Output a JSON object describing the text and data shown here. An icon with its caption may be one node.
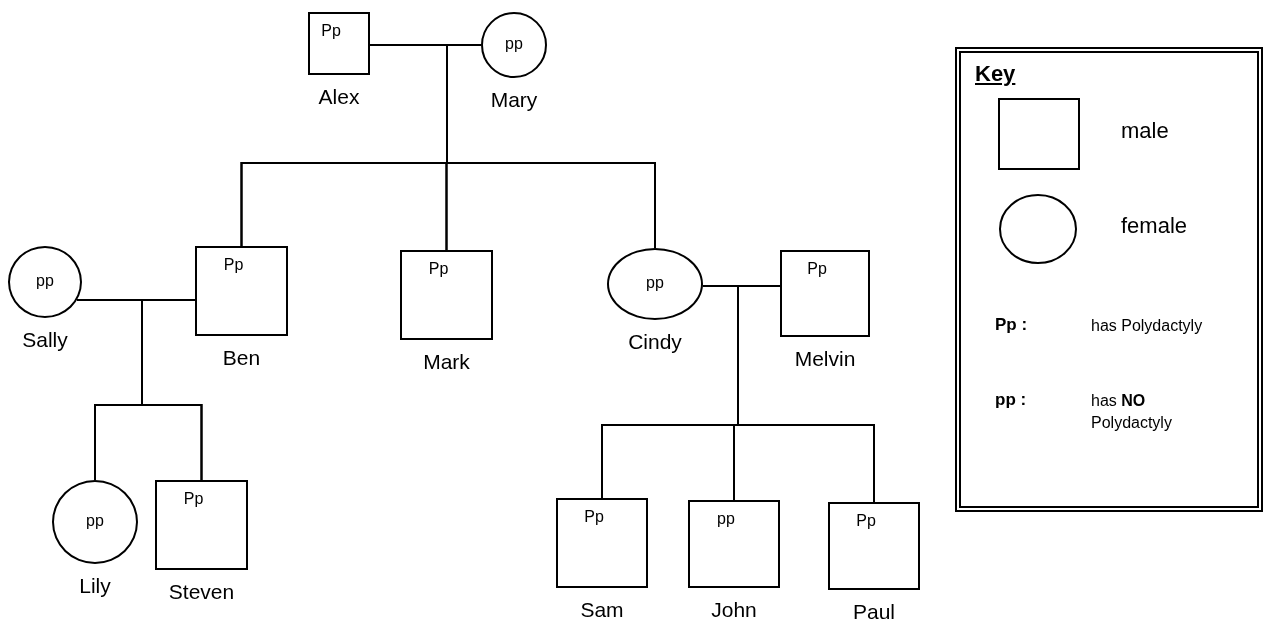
{
  "diagram": {
    "nodes": [
      {
        "text": [
          "Pp",
          "Alex"
        ]
      },
      {
        "text": [
          "pp",
          "Mary"
        ]
      },
      {
        "text": [
          "pp",
          "Sally"
        ]
      },
      {
        "text": [
          "Pp",
          "Ben"
        ]
      },
      {
        "text": [
          "Pp",
          "Mark"
        ]
      },
      {
        "text": [
          "pp",
          "Cindy"
        ]
      },
      {
        "text": [
          "Pp",
          "Melvin"
        ]
      },
      {
        "text": [
          "pp",
          "Lily"
        ]
      },
      {
        "text": [
          "Pp",
          "Steven"
        ]
      },
      {
        "text": [
          "Pp",
          "Sam"
        ]
      },
      {
        "text": [
          "pp",
          "John"
        ]
      },
      {
        "text": [
          "Pp",
          "Paul"
        ]
      }
    ],
    "edges": [
      {
        "from": 0,
        "to": 1,
        "arrow": "none"
      },
      {
        "from": 0,
        "to": 3,
        "arrow": "none"
      },
      {
        "from": 1,
        "to": 3,
        "arrow": "none"
      },
      {
        "from": 0,
        "to": 4,
        "arrow": "none"
      },
      {
        "from": 1,
        "to": 4,
        "arrow": "none"
      },
      {
        "from": 0,
        "to": 5,
        "arrow": "none"
      },
      {
        "from": 1,
        "to": 5,
        "arrow": "none"
      },
      {
        "from": 2,
        "to": 3,
        "arrow": "none"
      },
      {
        "from": 5,
        "to": 6,
        "arrow": "none"
      },
      {
        "from": 2,
        "to": 7,
        "arrow": "none"
      },
      {
        "from": 3,
        "to": 7,
        "arrow": "none"
      },
      {
        "from": 2,
        "to": 8,
        "arrow": "none"
      },
      {
        "from": 3,
        "to": 8,
        "arrow": "none"
      },
      {
        "from": 5,
        "to": 9,
        "arrow": "none"
      },
      {
        "from": 6,
        "to": 9,
        "arrow": "none"
      },
      {
        "from": 5,
        "to": 10,
        "arrow": "none"
      },
      {
        "from": 6,
        "to": 10,
        "arrow": "none"
      },
      {
        "from": 5,
        "to": 11,
        "arrow": "none"
      },
      {
        "from": 6,
        "to": 11,
        "arrow": "none"
      }
    ],
    "labels": [
      "Key",
      "Pp :",
      "has Polydactyly",
      "pp :",
      "has **NO** Polydactyly"
    ],
    "legend": [
      {
        "text": "male"
      },
      {
        "text": "female"
      }
    ]
  }
}
